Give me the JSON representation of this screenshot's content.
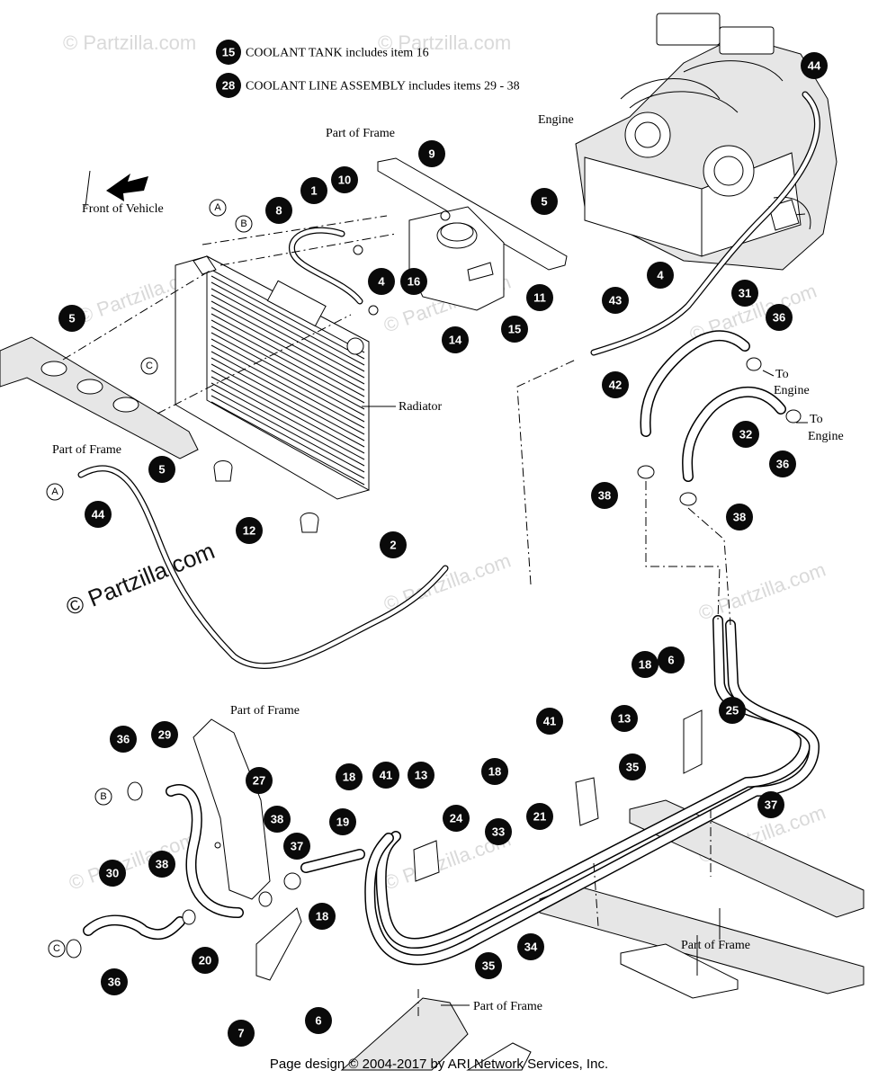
{
  "legend": [
    {
      "number": "15",
      "text": "COOLANT TANK includes item 16"
    },
    {
      "number": "28",
      "text": "COOLANT LINE ASSEMBLY includes items 29 - 38"
    }
  ],
  "labels": {
    "engine": "Engine",
    "part_of_frame": "Part of Frame",
    "front_of_vehicle": "Front of Vehicle",
    "radiator": "Radiator",
    "to_engine": "To",
    "to_engine_2": "Engine"
  },
  "letters": [
    "A",
    "B",
    "C"
  ],
  "callouts": [
    "44",
    "9",
    "10",
    "1",
    "8",
    "5",
    "4",
    "16",
    "11",
    "14",
    "15",
    "5",
    "5",
    "12",
    "44",
    "2",
    "4",
    "43",
    "31",
    "36",
    "42",
    "32",
    "36",
    "38",
    "38",
    "18",
    "6",
    "25",
    "41",
    "13",
    "35",
    "37",
    "18",
    "21",
    "18",
    "41",
    "13",
    "24",
    "33",
    "19",
    "36",
    "29",
    "27",
    "38",
    "37",
    "30",
    "38",
    "36",
    "20",
    "18",
    "34",
    "35",
    "7",
    "6"
  ],
  "watermark": "© Partzilla.com",
  "footer": "Page design © 2004-2017 by ARI Network Services, Inc."
}
